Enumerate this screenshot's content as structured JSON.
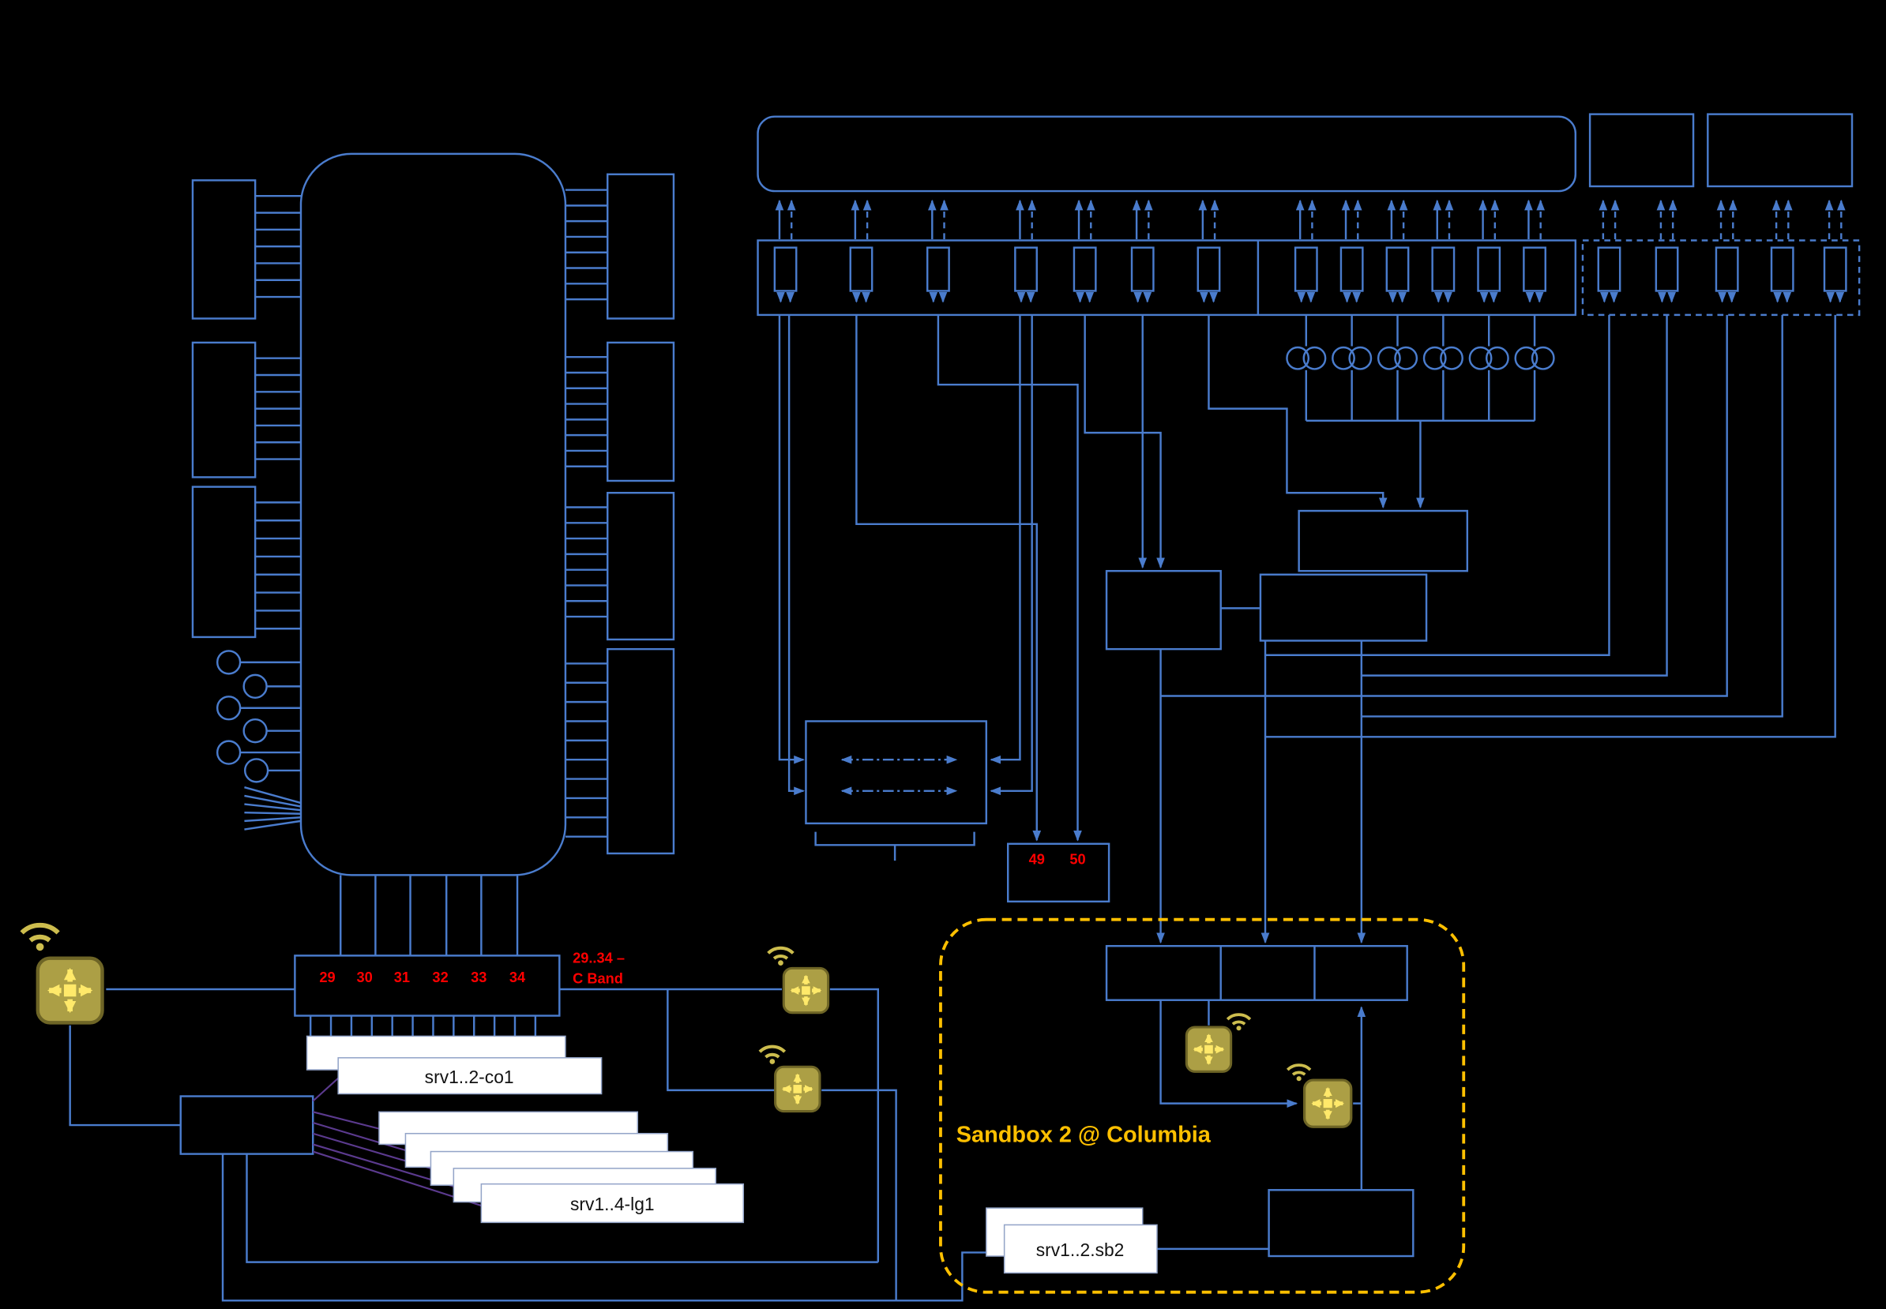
{
  "left_cluster": {
    "ports": [
      "29",
      "30",
      "31",
      "32",
      "33",
      "34"
    ],
    "c_band_note_line1": "29..34 –",
    "c_band_note_line2": "C Band",
    "server_group_co1_label": "srv1..2-co1",
    "server_group_lg1_label": "srv1..4-lg1"
  },
  "uplink_panel": {
    "port_49_label": "49",
    "port_50_label": "50"
  },
  "sandbox": {
    "title": "Sandbox 2 @ Columbia",
    "server_label": "srv1..2.sb2"
  },
  "icons": {
    "switch": "switch-icon",
    "wifi": "wifi-icon"
  },
  "colors": {
    "line_blue": "#4a7ccd",
    "alert_red": "#ff0000",
    "sandbox_gold": "#ffc000",
    "switch_gold": "#ac9f45",
    "fiber_purple": "#5b3a8e"
  }
}
